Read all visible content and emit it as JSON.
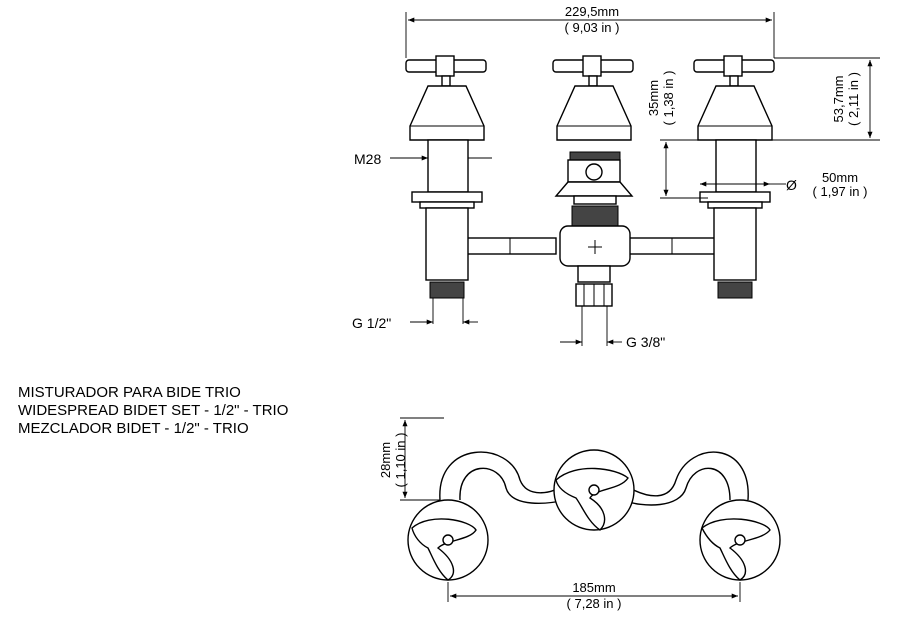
{
  "title_lines": [
    "MISTURADOR PARA BIDE TRIO",
    "WIDESPREAD BIDET SET - 1/2\" - TRIO",
    "MEZCLADOR BIDET - 1/2\" - TRIO"
  ],
  "dims": {
    "overall_width_mm": "229,5mm",
    "overall_width_in": "( 9,03 in )",
    "handle_height_mm": "53,7mm",
    "handle_height_in": "( 2,11 in )",
    "cap_height_mm": "35mm",
    "cap_height_in": "( 1,38 in )",
    "diameter_symbol": "Ø",
    "diameter_mm": "50mm",
    "diameter_in": "( 1,97 in )",
    "thread_m28": "M28",
    "thread_g12": "G 1/2\"",
    "thread_g38": "G 3/8\"",
    "top_height_mm": "28mm",
    "top_height_in": "( 1,10 in )",
    "center_dist_mm": "185mm",
    "center_dist_in": "( 7,28 in )"
  }
}
